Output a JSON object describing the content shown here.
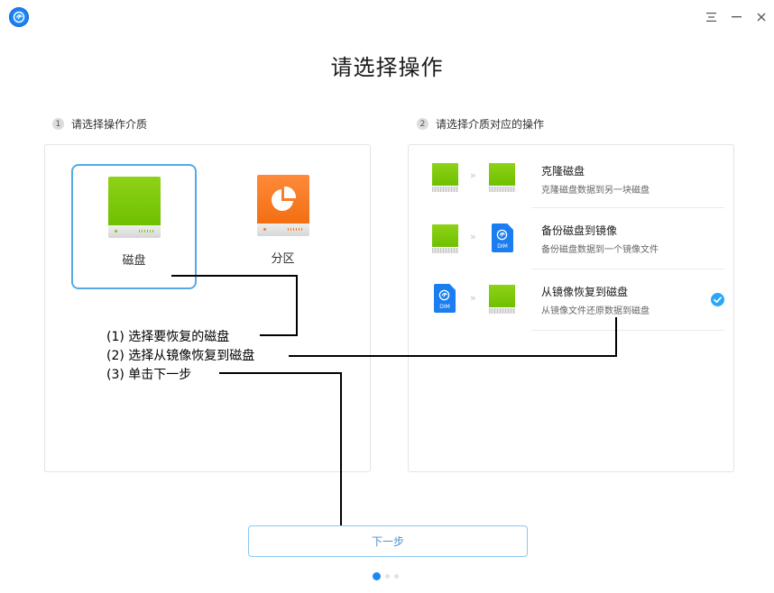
{
  "window": {
    "logo_icon": "deepin-logo-icon",
    "controls": [
      {
        "name": "menu-button",
        "glyph": "☰"
      },
      {
        "name": "minimize-button",
        "glyph": "—"
      },
      {
        "name": "close-button",
        "glyph": "✕"
      }
    ]
  },
  "header": {
    "title": "请选择操作"
  },
  "step1": {
    "number": "1",
    "label": "请选择操作介质",
    "media": [
      {
        "label": "磁盘",
        "icon": "disk-icon",
        "selected": true
      },
      {
        "label": "分区",
        "icon": "partition-icon",
        "selected": false
      }
    ]
  },
  "step2": {
    "number": "2",
    "label": "请选择介质对应的操作",
    "operations": [
      {
        "title": "克隆磁盘",
        "desc": "克隆磁盘数据到另一块磁盘",
        "from": "disk",
        "to": "disk",
        "selected": false
      },
      {
        "title": "备份磁盘到镜像",
        "desc": "备份磁盘数据到一个镜像文件",
        "from": "disk",
        "to": "dim",
        "selected": false
      },
      {
        "title": "从镜像恢复到磁盘",
        "desc": "从镜像文件还原数据到磁盘",
        "from": "dim",
        "to": "disk",
        "selected": true
      }
    ],
    "arrow_glyph": "»",
    "dim_label": "DIM"
  },
  "annotations": [
    "(1) 选择要恢复的磁盘",
    "(2) 选择从镜像恢复到磁盘",
    "(3) 单击下一步"
  ],
  "footer": {
    "next_label": "下一步",
    "pager": {
      "total": 3,
      "active": 0
    }
  },
  "colors": {
    "accent": "#2ca7f8",
    "disk_green": "#7ac70c",
    "partition_orange": "#f77a23",
    "dim_blue": "#1a7df0",
    "button_border": "#8cc7f0"
  }
}
